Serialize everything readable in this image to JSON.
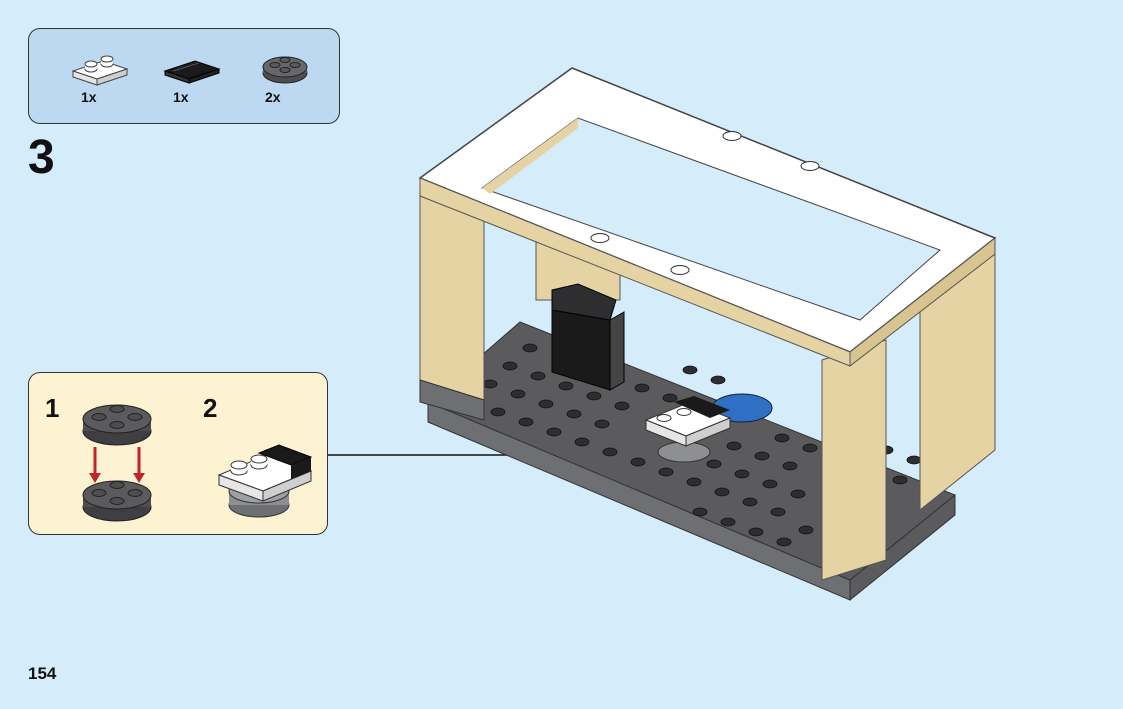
{
  "parts_list": {
    "items": [
      {
        "name": "white-plate-1x2",
        "qty": "1x"
      },
      {
        "name": "black-tile-1x2",
        "qty": "1x"
      },
      {
        "name": "dark-gray-round-plate-2x2",
        "qty": "2x"
      }
    ]
  },
  "step": {
    "number": "3"
  },
  "sub_assembly": {
    "steps": [
      {
        "number": "1"
      },
      {
        "number": "2"
      }
    ]
  },
  "page": {
    "number": "154"
  },
  "colors": {
    "background": "#d5ecfb",
    "parts_box": "#bcd9f1",
    "sub_box": "#fdf2d2",
    "tan": "#e6d3a3",
    "dark_gray": "#5b5b5e",
    "light_gray": "#8e8f91",
    "black": "#1a1a1a",
    "white": "#ffffff",
    "arrow_red": "#c0252c"
  }
}
